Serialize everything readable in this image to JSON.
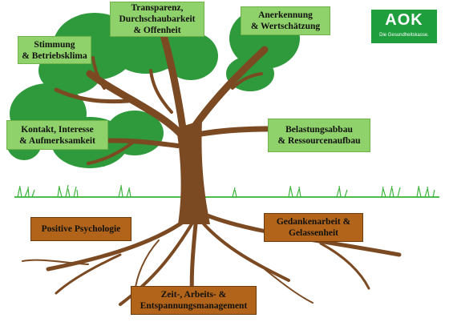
{
  "logo": {
    "name": "AOK",
    "tagline": "Die Gesundheitskasse."
  },
  "leaves": [
    {
      "id": "transparenz",
      "label": "Transparenz,\nDurchschaubarkeit\n& Offenheit"
    },
    {
      "id": "anerkennung",
      "label": "Anerkennung\n& Wertschätzung"
    },
    {
      "id": "stimmung",
      "label": "Stimmung\n& Betriebsklima"
    },
    {
      "id": "kontakt",
      "label": "Kontakt, Interesse\n& Aufmerksamkeit"
    },
    {
      "id": "belastung",
      "label": "Belastungsabbau\n& Ressourcenaufbau"
    }
  ],
  "roots": [
    {
      "id": "positive",
      "label": "Positive Psychologie"
    },
    {
      "id": "gedanken",
      "label": "Gedankenarbeit  &\nGelassenheit"
    },
    {
      "id": "zeit",
      "label": "Zeit-, Arbeits-  &\nEntspannungsmanagement"
    }
  ],
  "colors": {
    "foliage": "#2f9a3c",
    "trunk": "#7b4a22",
    "leaf_box": "#8fd16a",
    "root_box": "#b1641a",
    "grass": "#3fb43f",
    "logo": "#1e9e3c"
  }
}
